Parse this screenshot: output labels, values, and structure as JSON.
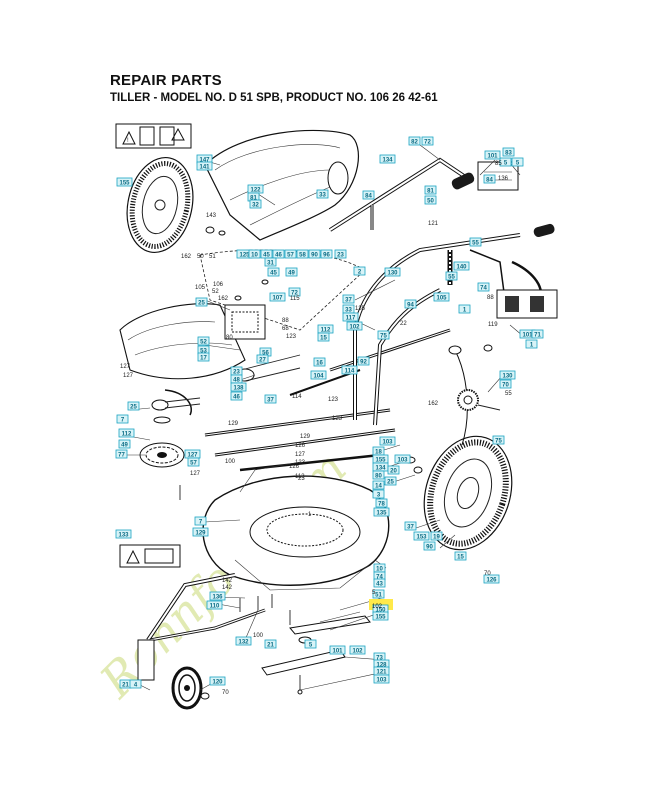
{
  "header": {
    "title": "REPAIR PARTS",
    "subtitle": "TILLER - MODEL NO. D 51 SPB, PRODUCT NO. 106 26 42-61"
  },
  "watermark": {
    "text": "Ronnfors.com",
    "color": "#d8e39a"
  },
  "colors": {
    "callout_fill": "#d8f3f7",
    "callout_stroke": "#1aa3c2",
    "callout_text": "#0a6c85",
    "highlight": "#ffe94a"
  },
  "callouts": [
    "82",
    "72",
    "83",
    "84",
    "5",
    "5",
    "134",
    "155",
    "55",
    "101",
    "81",
    "50",
    "33",
    "84",
    "147",
    "141",
    "122",
    "81",
    "32",
    "125",
    "10",
    "45",
    "46",
    "57",
    "58",
    "90",
    "96",
    "23",
    "31",
    "45",
    "49",
    "72",
    "107",
    "37",
    "33",
    "117",
    "102",
    "112",
    "15",
    "25",
    "2",
    "140",
    "55",
    "1",
    "105",
    "94",
    "130",
    "74",
    "75",
    "92",
    "16",
    "114",
    "104",
    "52",
    "53",
    "17",
    "56",
    "27",
    "23",
    "48",
    "138",
    "46",
    "37",
    "25",
    "7",
    "112",
    "49",
    "77",
    "127",
    "57",
    "18",
    "155",
    "134",
    "80",
    "14",
    "3",
    "78",
    "135",
    "130",
    "70",
    "75",
    "7",
    "129",
    "133",
    "37",
    "153",
    "90",
    "15",
    "126",
    "19",
    "10",
    "74",
    "43",
    "51",
    "150",
    "155",
    "136",
    "110",
    "132",
    "21",
    "73",
    "128",
    "121",
    "103",
    "21",
    "4",
    "120",
    "5",
    "101",
    "102",
    "103",
    "20",
    "25",
    "103",
    "101",
    "71",
    "1"
  ],
  "plain_labels": [
    "143",
    "162",
    "50",
    "51",
    "106",
    "52",
    "162",
    "115",
    "88",
    "80",
    "68",
    "123",
    "114",
    "127",
    "162",
    "123",
    "127",
    "129",
    "100",
    "123",
    "126",
    "127",
    "123",
    "113",
    "135",
    "22",
    "23",
    "127",
    "1",
    "85",
    "88",
    "121",
    "5",
    "102",
    "105",
    "129",
    "126",
    "119",
    "55",
    "142",
    "100",
    "70",
    "70",
    "136",
    "142"
  ]
}
